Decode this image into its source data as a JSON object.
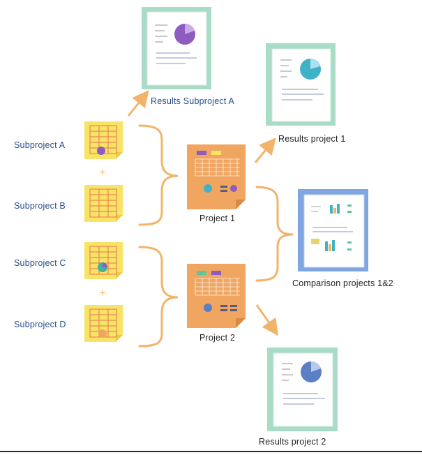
{
  "labels": {
    "subproject_a": "Subproject A",
    "subproject_b": "Subproject B",
    "subproject_c": "Subproject C",
    "subproject_d": "Subproject D",
    "project_1": "Project 1",
    "project_2": "Project 2",
    "results_subproject_a": "Results Subproject A",
    "results_project_1": "Results project 1",
    "results_project_2": "Results project 2",
    "comparison": "Comparison projects 1&2",
    "plus_1": "+",
    "plus_2": "+"
  },
  "icons": {
    "subproject": "spreadsheet-note-icon",
    "project": "project-sheet-icon",
    "results": "results-report-icon",
    "comparison": "comparison-report-icon",
    "arrow": "orange-arrow-icon",
    "brace": "orange-brace-icon"
  },
  "colors": {
    "label_blue": "#2a4f8f",
    "arrow_orange": "#f2b46a",
    "note_yellow": "#f7e466",
    "project_orange": "#f0a560",
    "results_frame_green": "#a8dcc6",
    "comparison_frame_blue": "#7fa6e0",
    "pie_purple": "#8e5bc0",
    "pie_teal": "#3fb2c9",
    "pie_blue": "#5a7fc4"
  }
}
